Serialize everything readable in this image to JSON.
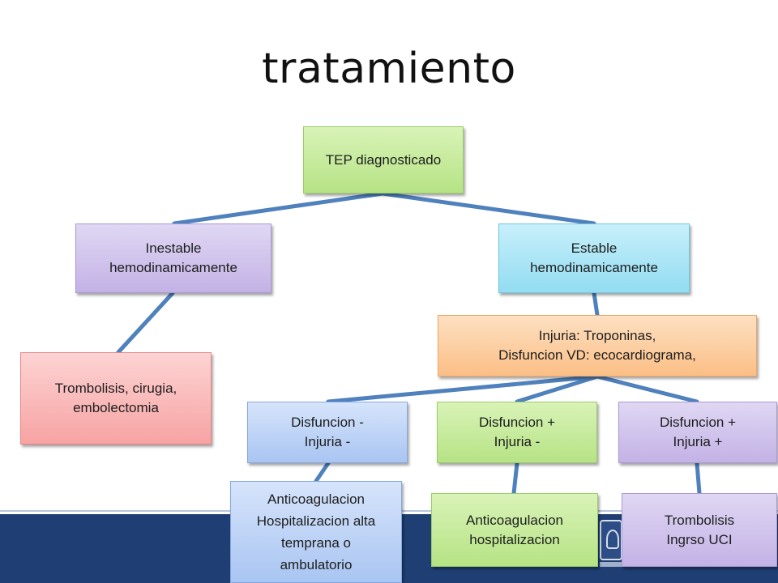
{
  "title": "tratamiento",
  "nodes": {
    "root": "TEP diagnosticado",
    "unstable": "Inestable\nhemodinamicamente",
    "stable": "Estable\nhemodinamicamente",
    "assessment": "Injuria: Troponinas,\nDisfuncion VD: ecocardiograma,",
    "thrombolysis_surgery": "Trombolisis, cirugia,\nembolectomia",
    "dysf_neg_inj_neg": "Disfuncion -\nInjuria -",
    "dysf_pos_inj_neg": "Disfuncion +\nInjuria -",
    "dysf_pos_inj_pos": "Disfuncion +\nInjuria +",
    "anticoag_early_discharge": "Anticoagulacion\nHospitalizacion alta\ntemprana o\nambulatorio",
    "anticoag_hospital": "Anticoagulacion\nhospitalizacion",
    "thrombolysis_icu": "Trombolisis\nIngrso UCI"
  },
  "colors": {
    "connector": "#4f81bd",
    "footer": "#1f3f74"
  }
}
